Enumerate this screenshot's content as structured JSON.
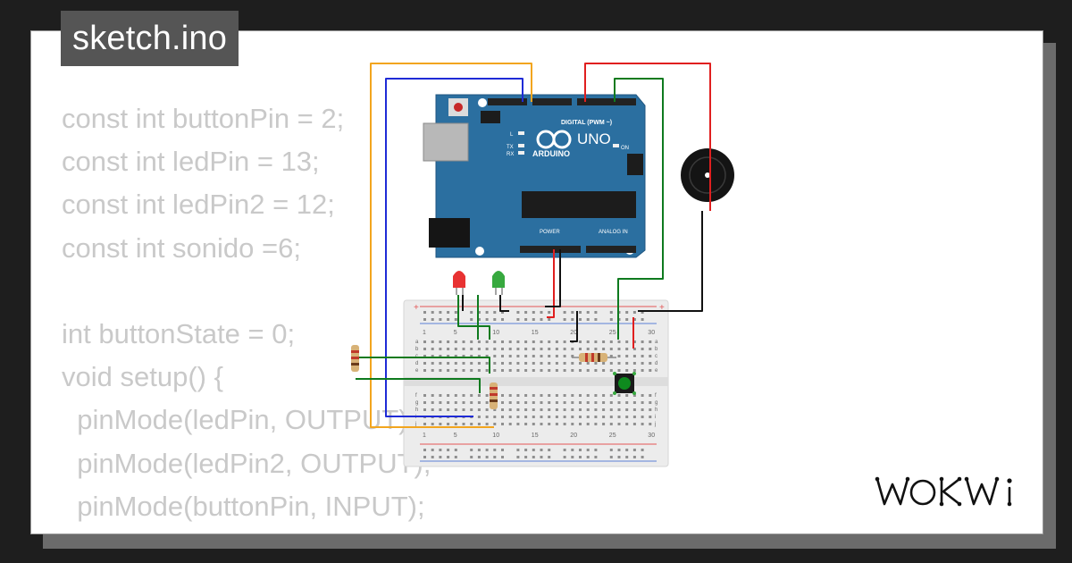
{
  "title": "sketch.ino",
  "code_lines": [
    "const int buttonPin = 2;",
    "const int ledPin = 13;",
    "const int ledPin2 = 12;",
    "const int sonido =6;",
    "",
    "int buttonState = 0;",
    "void setup() {",
    "  pinMode(ledPin, OUTPUT);",
    "  pinMode(ledPin2, OUTPUT);",
    "  pinMode(buttonPin, INPUT);",
    "}"
  ],
  "arduino": {
    "model": "UNO",
    "brand": "ARDUINO",
    "digital_label": "DIGITAL (PWM ~)",
    "power_label": "POWER",
    "analog_label": "ANALOG IN",
    "on_label": "ON",
    "l_label": "L",
    "tx_label": "TX",
    "rx_label": "RX"
  },
  "breadboard": {
    "column_numbers": [
      "1",
      "5",
      "10",
      "15",
      "20",
      "25",
      "30"
    ],
    "row_letters_top": [
      "a",
      "b",
      "c",
      "d",
      "e"
    ],
    "row_letters_bottom": [
      "f",
      "g",
      "h",
      "i",
      "j"
    ]
  },
  "logo_text": "WOKWi",
  "colors": {
    "wire_orange": "#f2a51e",
    "wire_blue": "#1f2bd6",
    "wire_red": "#e01f1f",
    "wire_green": "#0e7a1e",
    "wire_black": "#111111",
    "arduino_blue": "#2b6fa0",
    "led_red": "#e83232",
    "led_green": "#37a93f",
    "code_text": "#c9c9c9",
    "title_bg": "#555555"
  }
}
